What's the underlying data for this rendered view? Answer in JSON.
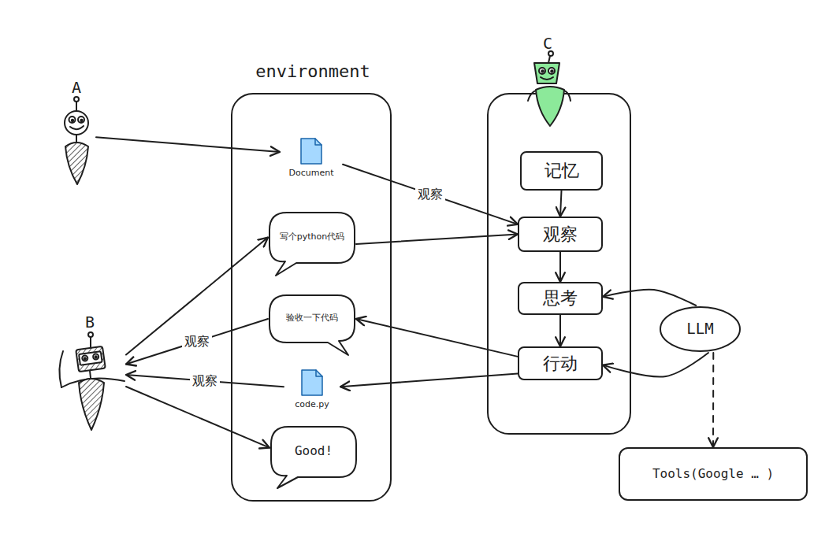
{
  "diagram": {
    "nodes": [
      {
        "text": [
          "A"
        ]
      },
      {
        "text": [
          "environment"
        ]
      },
      {
        "text": [
          "Document"
        ],
        "in": 1
      },
      {
        "text": [
          "写个python代码"
        ],
        "in": 1
      },
      {
        "text": [
          "验收一下代码"
        ],
        "in": 1
      },
      {
        "text": [
          "code.py"
        ],
        "in": 1
      },
      {
        "text": [
          "Good!"
        ],
        "in": 1
      },
      {
        "text": [
          "C"
        ]
      },
      {
        "text": [
          "记忆"
        ],
        "in": 7
      },
      {
        "text": [
          "观察"
        ],
        "in": 7
      },
      {
        "text": [
          "思考"
        ],
        "in": 7
      },
      {
        "text": [
          "行动"
        ],
        "in": 7
      },
      {
        "text": [
          "B"
        ]
      },
      {
        "text": [
          "LLM"
        ]
      },
      {
        "text": [
          "Tools(Google … )"
        ]
      }
    ],
    "edges": [
      {
        "from": 0,
        "to": 2,
        "arrow": "to"
      },
      {
        "from": 2,
        "to": 9,
        "label": "观察",
        "arrow": "to"
      },
      {
        "from": 3,
        "to": 9,
        "arrow": "to"
      },
      {
        "from": 8,
        "to": 9,
        "arrow": "to"
      },
      {
        "from": 9,
        "to": 10,
        "arrow": "to"
      },
      {
        "from": 10,
        "to": 11,
        "arrow": "to"
      },
      {
        "from": 13,
        "to": 10,
        "arrow": "to"
      },
      {
        "from": 13,
        "to": 11,
        "arrow": "to"
      },
      {
        "from": 13,
        "to": 14,
        "arrow": "to"
      },
      {
        "from": 11,
        "to": 4,
        "arrow": "to"
      },
      {
        "from": 11,
        "to": 5,
        "arrow": "to"
      },
      {
        "from": 12,
        "to": 3,
        "arrow": "to"
      },
      {
        "from": 4,
        "to": 12,
        "label": "观察",
        "arrow": "to"
      },
      {
        "from": 5,
        "to": 12,
        "label": "观察",
        "arrow": "to"
      },
      {
        "from": 12,
        "to": 6,
        "arrow": "to"
      }
    ]
  }
}
